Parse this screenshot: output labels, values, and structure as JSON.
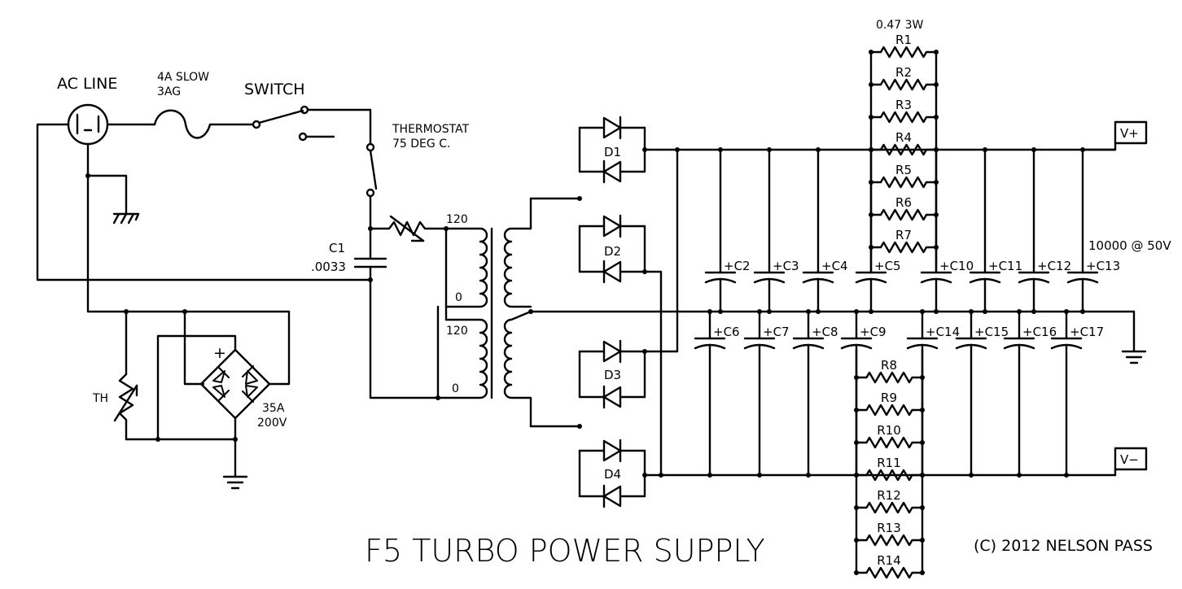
{
  "title": "F5 TURBO POWER SUPPLY",
  "copyright": "(C) 2012 NELSON PASS",
  "input": {
    "ac_line": "AC LINE",
    "fuse_line1": "4A SLOW",
    "fuse_line2": "3AG",
    "switch": "SWITCH",
    "thermostat_line1": "THERMOSTAT",
    "thermostat_line2": "75 DEG C.",
    "cap_name": "C1",
    "cap_value": ".0033",
    "thermistor": "TH",
    "bridge_plus": "+",
    "bridge_rating1": "35A",
    "bridge_rating2": "200V"
  },
  "transformer": {
    "tap_120_top": "120",
    "tap_0_top": "0",
    "tap_120_bottom": "120",
    "tap_0_bottom": "0"
  },
  "diodes": [
    "D1",
    "D2",
    "D3",
    "D4"
  ],
  "resistors": {
    "rating": "0.47 3W",
    "top": [
      "R1",
      "R2",
      "R3",
      "R4",
      "R5",
      "R6",
      "R7"
    ],
    "bottom": [
      "R8",
      "R9",
      "R10",
      "R11",
      "R12",
      "R13",
      "R14"
    ]
  },
  "capacitors": {
    "rating": "10000 @ 50V",
    "top": [
      "C2",
      "C3",
      "C4",
      "C5",
      "C10",
      "C11",
      "C12",
      "C13"
    ],
    "bottom": [
      "C6",
      "C7",
      "C8",
      "C9",
      "C14",
      "C15",
      "C16",
      "C17"
    ],
    "plus": "+"
  },
  "outputs": {
    "vplus": "V+",
    "vminus": "V−"
  }
}
